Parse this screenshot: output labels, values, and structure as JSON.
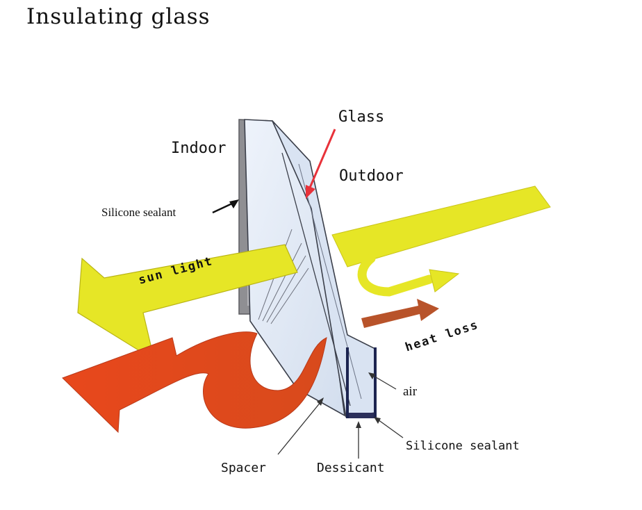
{
  "title": "Insulating glass",
  "labels": {
    "glass": "Glass",
    "indoor": "Indoor",
    "outdoor": "Outdoor",
    "silicone_sealant_top": "Silicone sealant",
    "sun_light": "sun light",
    "heat_loss": "heat loss",
    "air": "air",
    "silicone_sealant_bottom": "Silicone sealant",
    "spacer": "Spacer",
    "dessicant": "Dessicant"
  },
  "colors": {
    "sunlight_arrow": "#e6e626",
    "heat_arrow": "#e0441a",
    "heat_loss_arrow": "#b8532a",
    "glass_pane": "#dfe8f5",
    "frame_gray": "#8f8f93",
    "pointer_red": "#e8323a",
    "spacer_navy": "#1c2450"
  }
}
